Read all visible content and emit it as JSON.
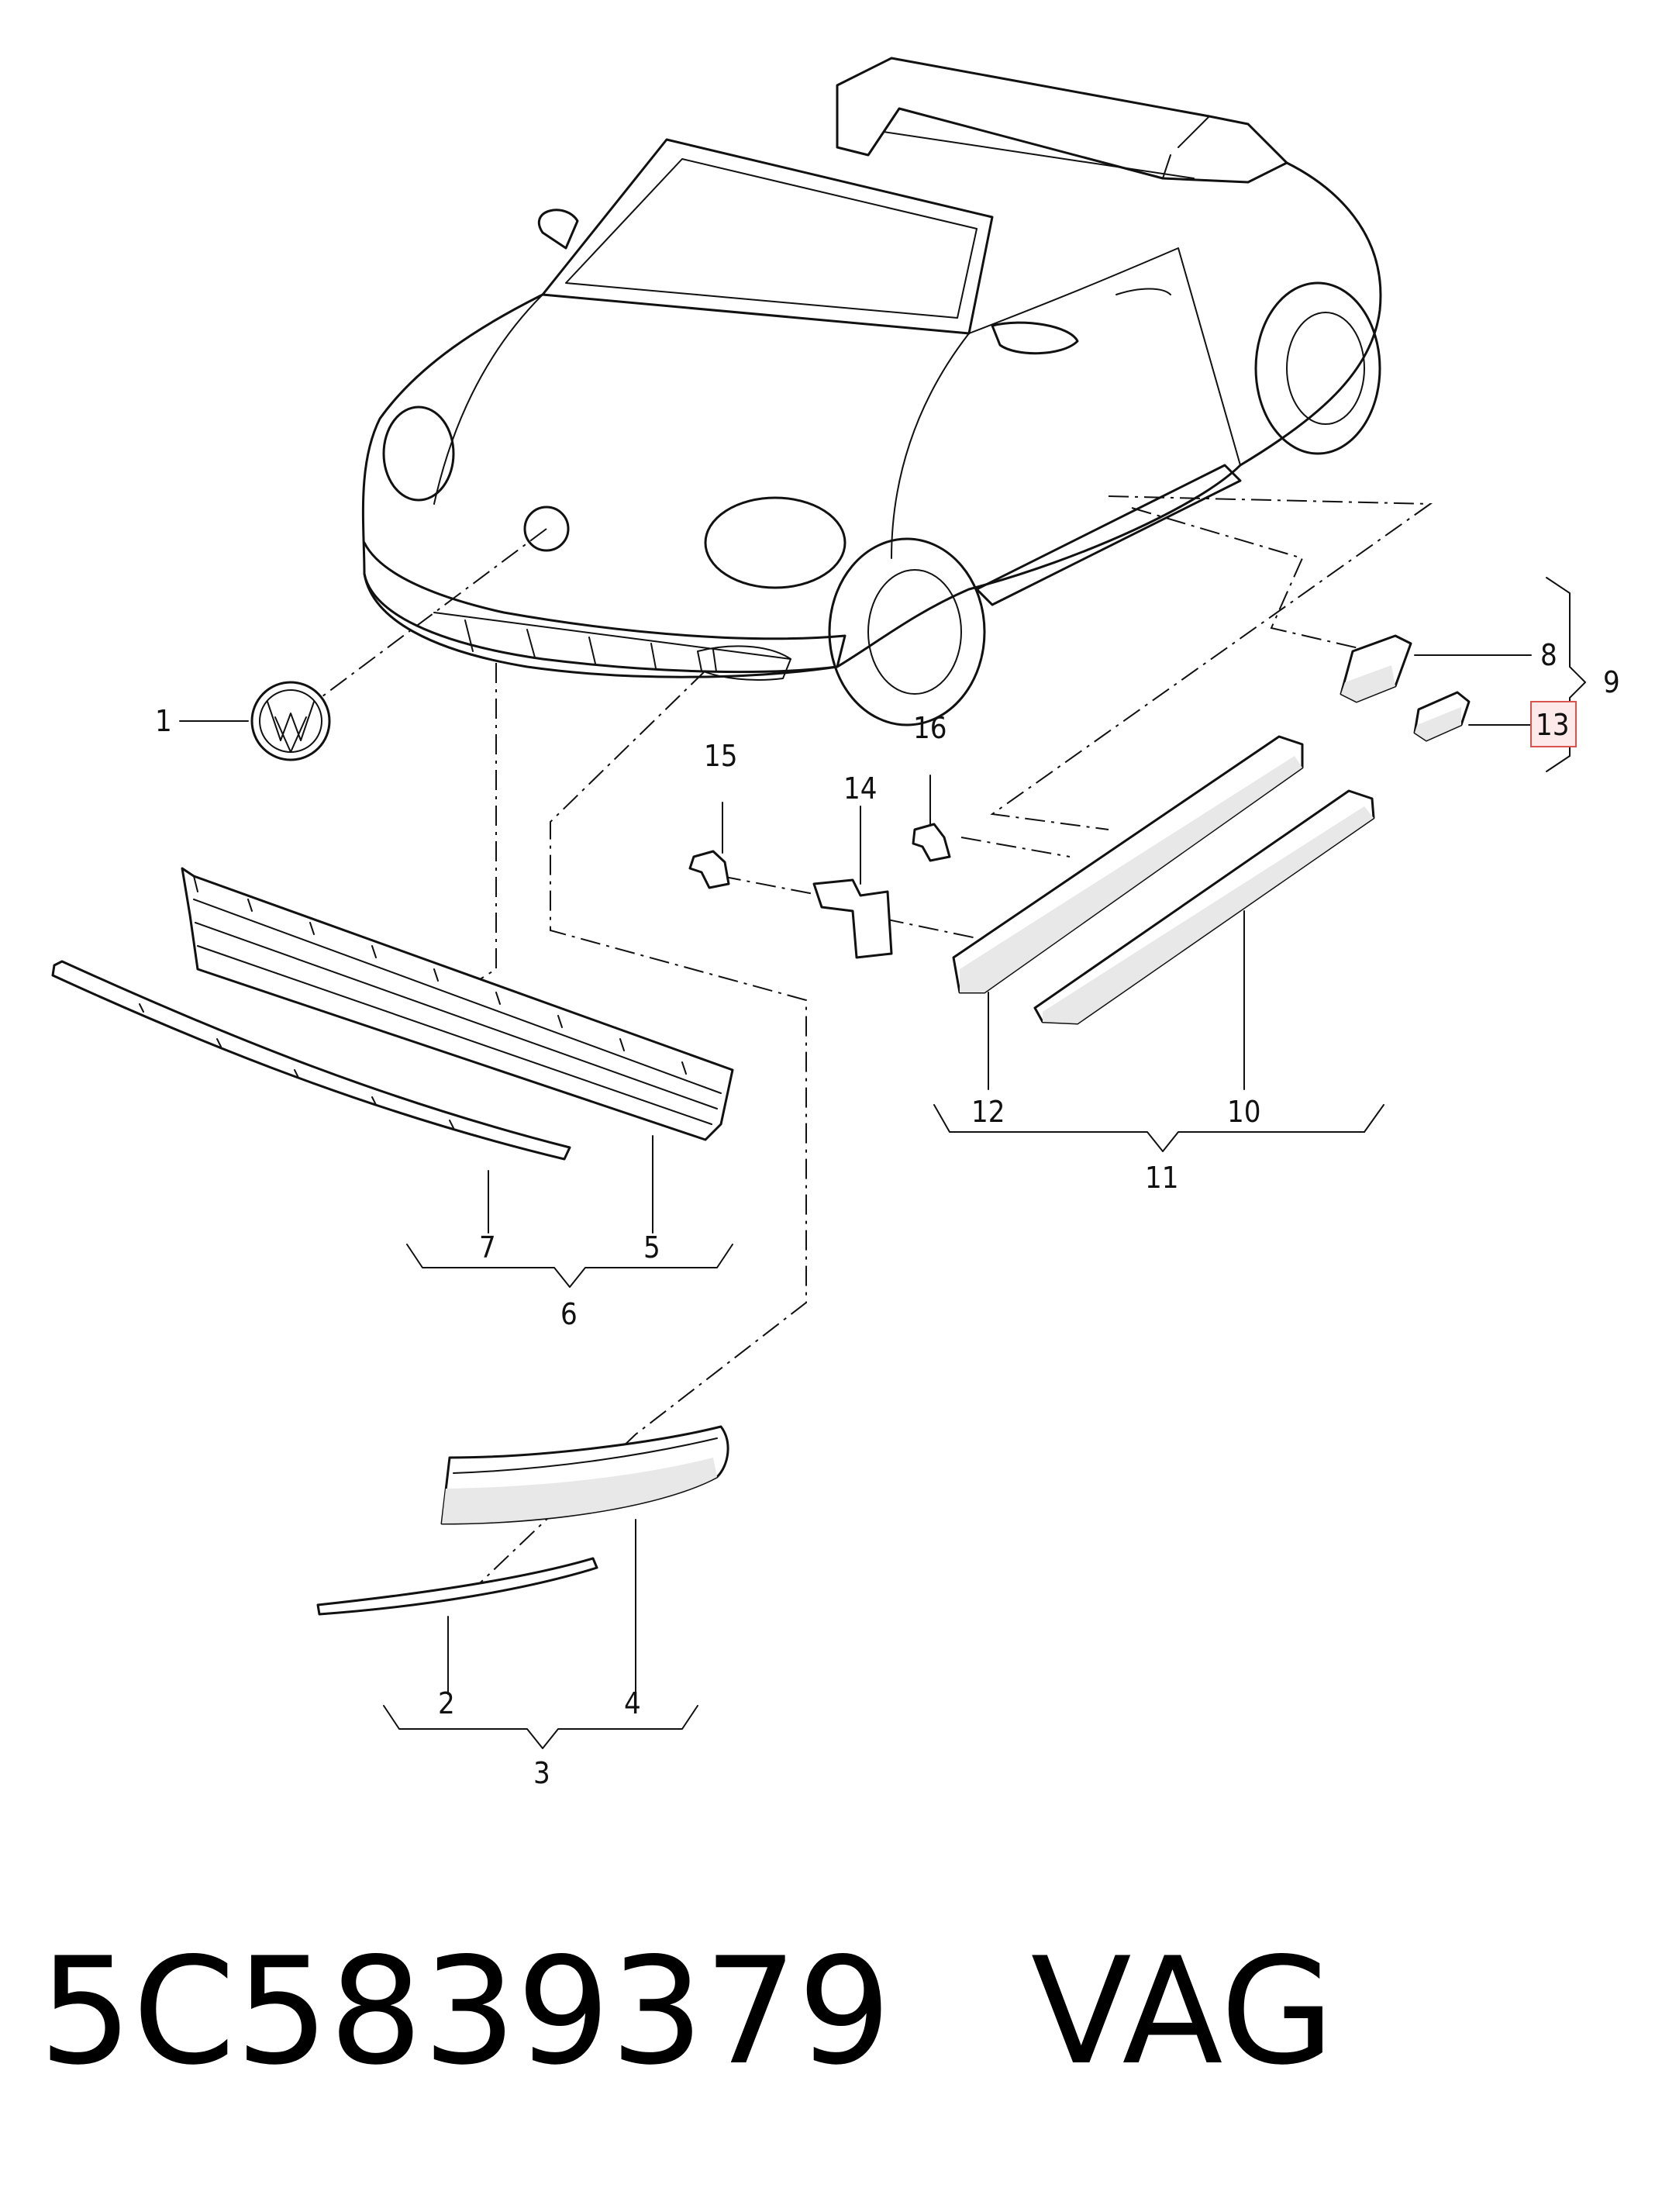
{
  "callouts": [
    {
      "id": "1",
      "label": "1"
    },
    {
      "id": "2",
      "label": "2"
    },
    {
      "id": "3",
      "label": "3"
    },
    {
      "id": "4",
      "label": "4"
    },
    {
      "id": "5",
      "label": "5"
    },
    {
      "id": "6",
      "label": "6"
    },
    {
      "id": "7",
      "label": "7"
    },
    {
      "id": "8",
      "label": "8"
    },
    {
      "id": "9",
      "label": "9"
    },
    {
      "id": "10",
      "label": "10"
    },
    {
      "id": "11",
      "label": "11"
    },
    {
      "id": "12",
      "label": "12"
    },
    {
      "id": "13",
      "label": "13"
    },
    {
      "id": "14",
      "label": "14"
    },
    {
      "id": "15",
      "label": "15"
    },
    {
      "id": "16",
      "label": "16"
    }
  ],
  "highlighted_callout": "13",
  "highlight_colors": {
    "fill": "#fde8ea",
    "stroke": "#d9534f"
  },
  "footer": {
    "part_number": "5C5839379",
    "brand": "VAG"
  }
}
